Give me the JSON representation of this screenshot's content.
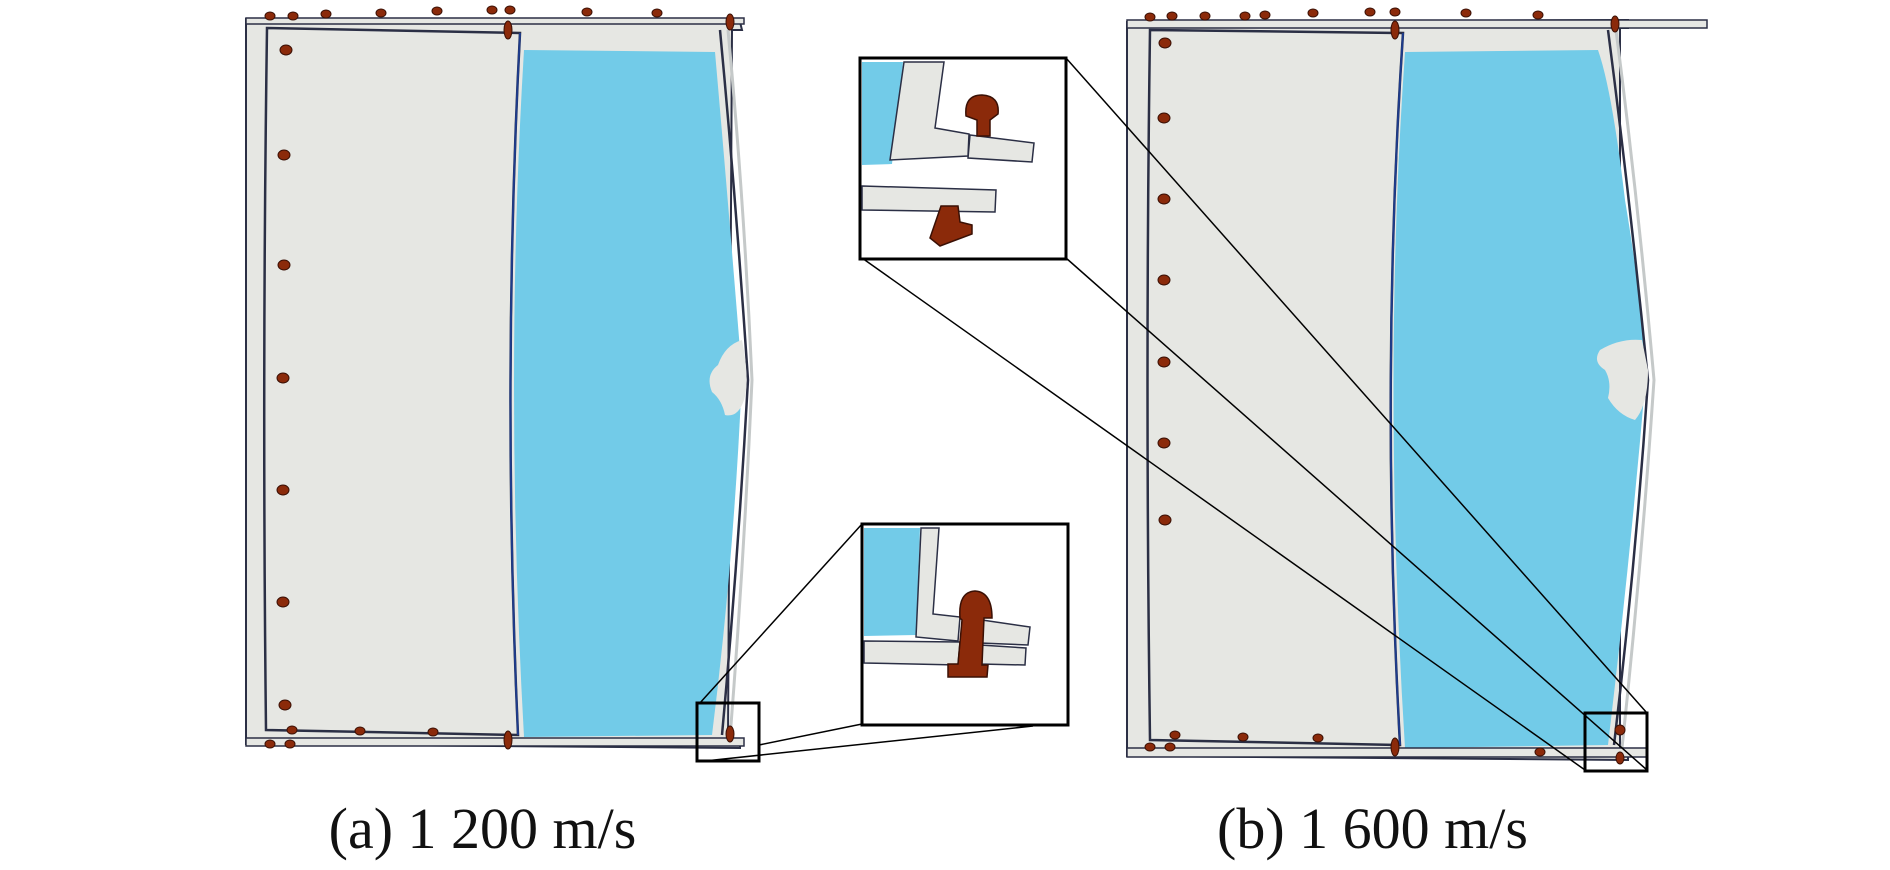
{
  "figure": {
    "panels": [
      {
        "id": "a",
        "caption": "(a) 1 200 m/s",
        "impact_velocity_mps": 1200
      },
      {
        "id": "b",
        "caption": "(b) 1 600 m/s",
        "impact_velocity_mps": 1600
      }
    ],
    "colors": {
      "background": "#ffffff",
      "plate": "#e6e7e3",
      "damage_region": "#72cbe8",
      "rivet": "#8b2a0a",
      "outline": "#2b2f45",
      "frame_light": "#c5c9c9",
      "callout_line": "#000000"
    },
    "insets": [
      {
        "panel": "a",
        "content": "rivet-joint-detail",
        "rivet_state": "intact"
      },
      {
        "panel": "b",
        "content": "rivet-joint-detail",
        "rivet_state": "separated"
      }
    ]
  }
}
